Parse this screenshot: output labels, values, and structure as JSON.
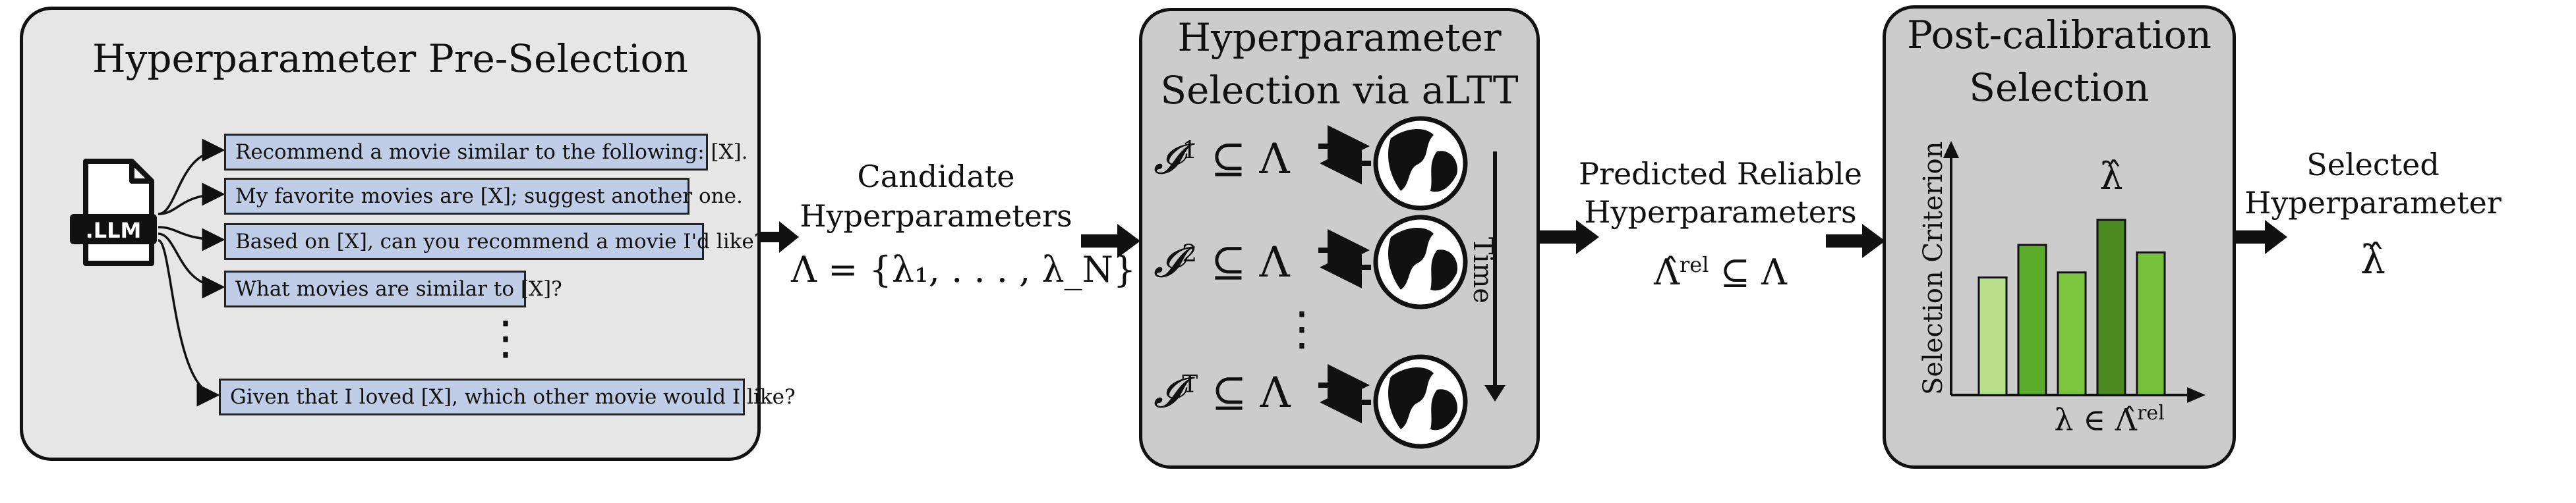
{
  "panels": {
    "preselection": {
      "title": "Hyperparameter Pre-Selection",
      "file_icon_label": ".LLM",
      "prompts": [
        "Recommend a movie similar to the following: [X].",
        "My favorite movies are [X]; suggest another one.",
        "Based on [X], can you recommend a movie I'd like?",
        "What movies are similar to [X]?",
        "Given that I loved [X], which other movie would I like?"
      ],
      "ellipsis": "⋮"
    },
    "altt": {
      "title_line1": "Hyperparameter",
      "title_line2": "Selection via aLTT",
      "rows": [
        {
          "set": "𝓘",
          "sup": "1",
          "rel": "⊆ Λ"
        },
        {
          "set": "𝓘",
          "sup": "2",
          "rel": "⊆ Λ"
        },
        {
          "set": "𝓘",
          "sup": "T",
          "rel": "⊆ Λ"
        }
      ],
      "ellipsis": "⋮",
      "time_label": "Time"
    },
    "postcal": {
      "title_line1": "Post-calibration",
      "title_line2": "Selection",
      "ylabel": "Selection Criterion",
      "xlabel": "λ ∈ Λ̂",
      "xlabel_sup": "rel",
      "selected_mark": "λ̂"
    }
  },
  "flow_labels": {
    "candidates_line1": "Candidate",
    "candidates_line2": "Hyperparameters",
    "candidates_math": "Λ = {λ₁, . . . , λ_N}",
    "reliable_line1": "Predicted Reliable",
    "reliable_line2": "Hyperparameters",
    "reliable_math": "Λ̂",
    "reliable_math_sup": "rel",
    "reliable_math_rel": "⊆ Λ",
    "selected_line1": "Selected",
    "selected_line2": "Hyperparameter",
    "selected_math": "λ̂"
  },
  "chart_data": {
    "type": "bar",
    "categories": [
      "",
      "",
      "",
      "",
      ""
    ],
    "values": [
      0.47,
      0.6,
      0.49,
      0.7,
      0.57
    ],
    "ylim": [
      0,
      1
    ],
    "highlight_index": 3,
    "colors": [
      "#b8e08a",
      "#5aac2a",
      "#7cc63e",
      "#4a8a1e",
      "#74c23a"
    ],
    "ylabel": "Selection Criterion",
    "xlabel": "λ ∈ Λ̂rel"
  },
  "colors": {
    "panel_fill_light": "#e6e6e6",
    "panel_fill_dark": "#cccccc",
    "prompt_fill": "#bfcde6",
    "stroke": "#111111"
  }
}
